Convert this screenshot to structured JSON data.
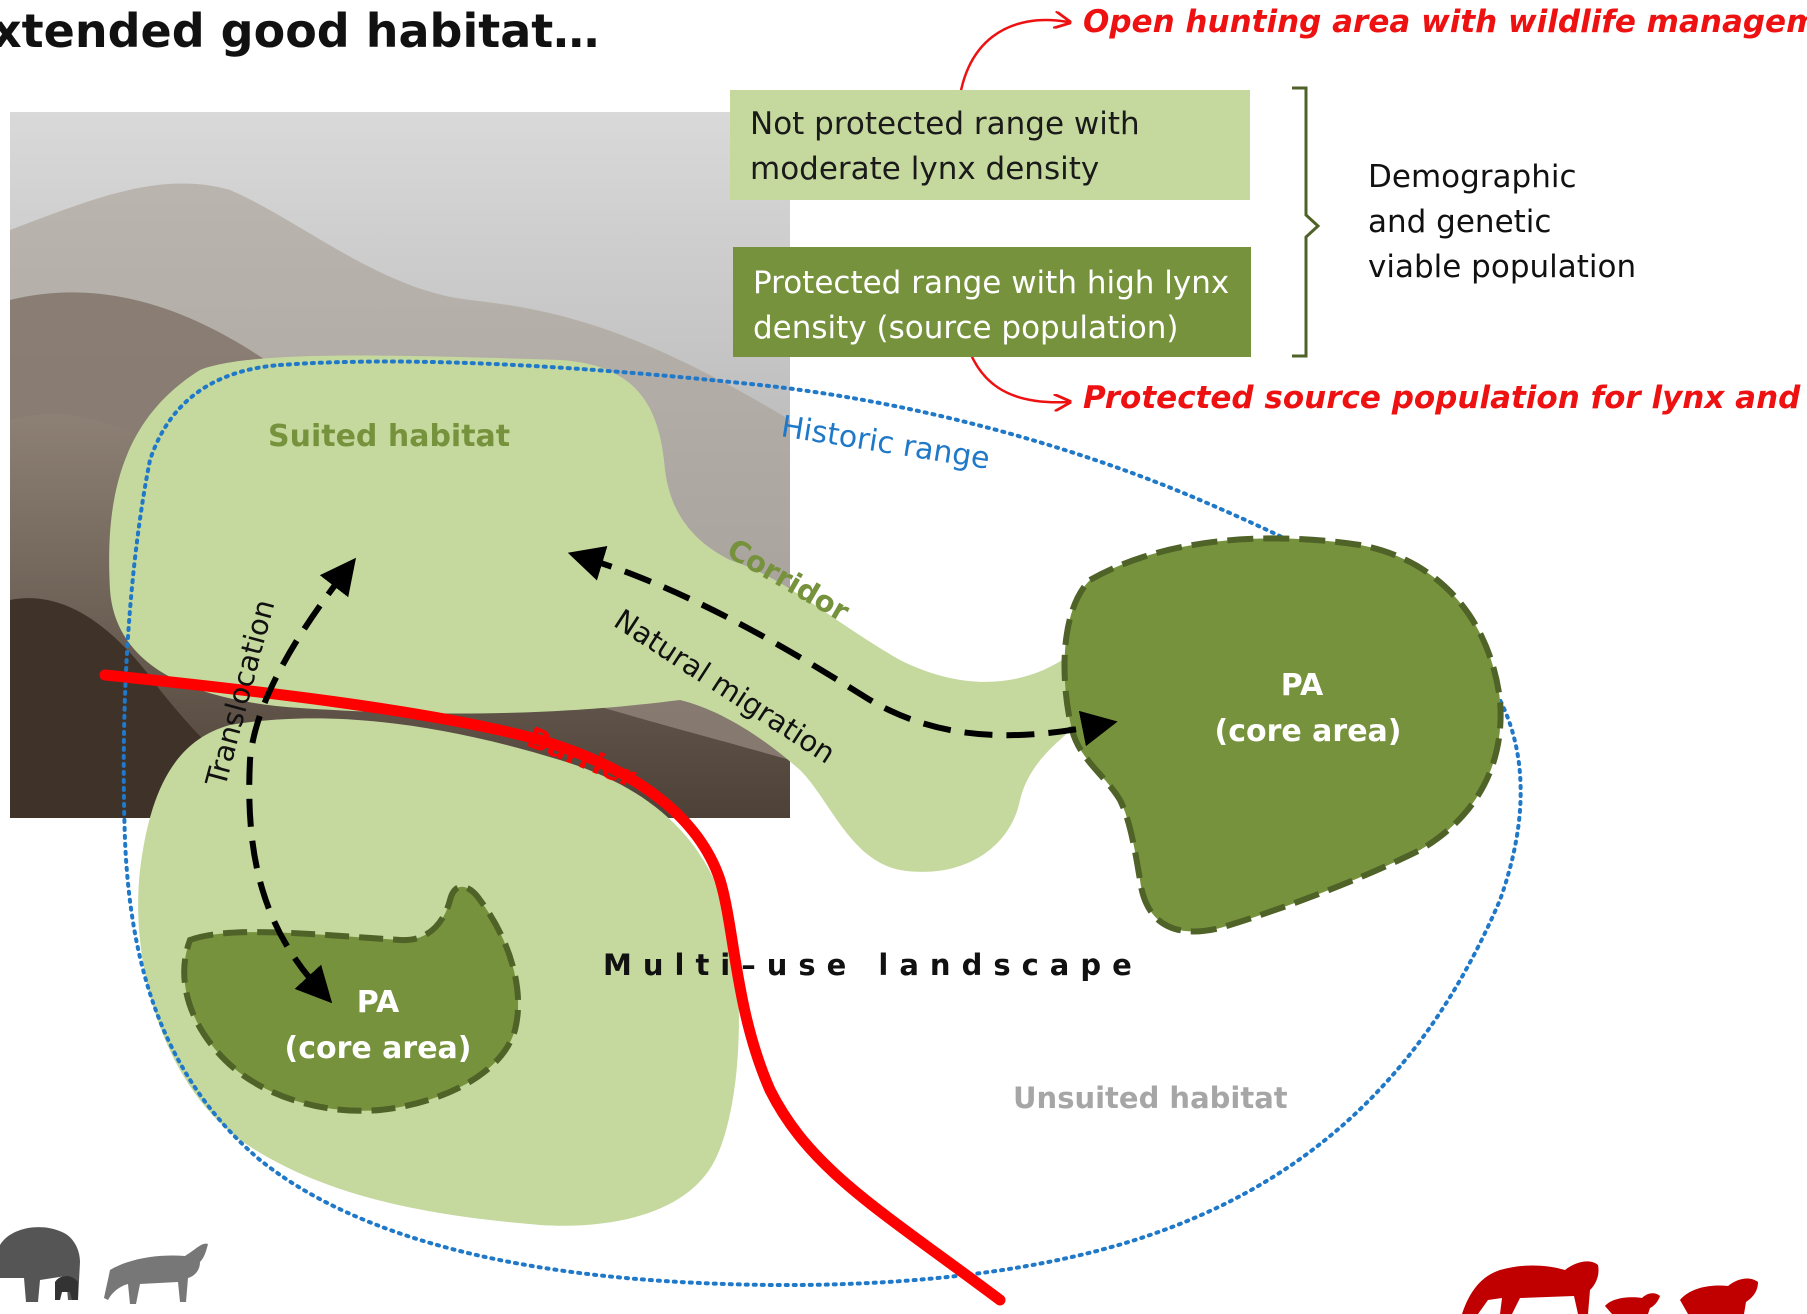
{
  "title": "xtended good habitat…",
  "boxes": {
    "not_protected_line1": "Not protected range with",
    "not_protected_line2": "moderate lynx density",
    "protected_line1": "Protected range with high lynx",
    "protected_line2": "density (source population)"
  },
  "notes": {
    "open_hunting": "Open hunting area with wildlife management",
    "protected_source": "Protected source population for lynx and prey"
  },
  "bracket_label": {
    "line1": "Demographic",
    "line2": "and genetic",
    "line3": "viable population"
  },
  "map_labels": {
    "suited_habitat": "Suited habitat",
    "historic_range": "Historic range",
    "corridor": "Corridor",
    "natural_migration": "Natural migration",
    "translocation": "Translocation",
    "barrier": "Barrier",
    "multi_use": "Multi–use landscape",
    "unsuited_habitat": "Unsuited habitat",
    "pa": "PA",
    "core_area": "(core area)"
  },
  "colors": {
    "light_green": "#c5d99e",
    "dark_green": "#76923c",
    "dashed_outline": "#4f6228",
    "historic_range_blue": "#1f78c8",
    "barrier_red": "#ff0000",
    "note_red": "#ee1111",
    "unsuited_gray": "#a6a6a6",
    "logo_red": "#c00000"
  },
  "icons": [
    "bear-family-icon",
    "wolf-icon",
    "lynx-family-logo"
  ]
}
